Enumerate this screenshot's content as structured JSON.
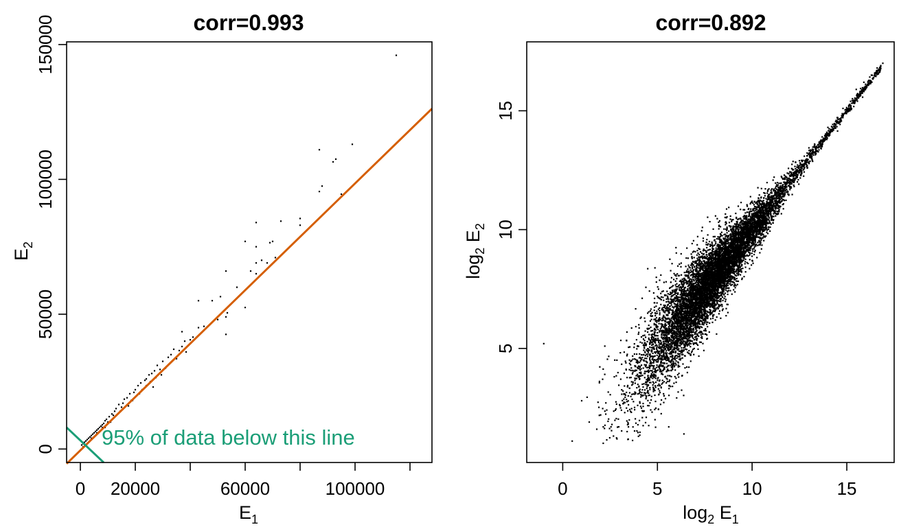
{
  "colors": {
    "points": "#000000",
    "regression_line": "#D55E00",
    "annotation": "#1B9E77"
  },
  "chart_data": [
    {
      "type": "scatter",
      "title": "corr=0.993",
      "xlabel": "E",
      "xlabel_sub": "1",
      "ylabel": "E",
      "ylabel_sub": "2",
      "xlim": [
        -5000,
        128000
      ],
      "ylim": [
        -5000,
        151000
      ],
      "xticks": [
        0,
        20000,
        40000,
        60000,
        80000,
        100000,
        120000
      ],
      "xtick_labels": [
        "0",
        "20000",
        "",
        "60000",
        "",
        "100000",
        ""
      ],
      "yticks": [
        0,
        50000,
        100000,
        150000
      ],
      "ytick_labels": [
        "0",
        "50000",
        "100000",
        "150000"
      ],
      "grid": false,
      "regression_line": {
        "slope": 0.99,
        "intercept": -500,
        "color": "#D55E00"
      },
      "threshold_line": {
        "x0": -5000,
        "y0": 8000,
        "x1": 8500,
        "y1": -5000,
        "color": "#1B9E77"
      },
      "annotation": "95% of data below this line",
      "points": [
        [
          115000,
          146000
        ],
        [
          99000,
          113000
        ],
        [
          93000,
          107500
        ],
        [
          92000,
          106500
        ],
        [
          87000,
          111000
        ],
        [
          88000,
          97500
        ],
        [
          87000,
          95500
        ],
        [
          95000,
          94500
        ],
        [
          80000,
          85500
        ],
        [
          73000,
          84500
        ],
        [
          64000,
          84000
        ],
        [
          80000,
          83000
        ],
        [
          70000,
          77000
        ],
        [
          69000,
          76500
        ],
        [
          60000,
          77000
        ],
        [
          64000,
          75000
        ],
        [
          71000,
          71000
        ],
        [
          66000,
          70000
        ],
        [
          68000,
          69000
        ],
        [
          64000,
          69000
        ],
        [
          62000,
          66000
        ],
        [
          53000,
          66000
        ],
        [
          64000,
          65000
        ],
        [
          43000,
          55000
        ],
        [
          48000,
          55000
        ],
        [
          51000,
          56500
        ],
        [
          60000,
          52500
        ],
        [
          53500,
          50500
        ],
        [
          53000,
          49000
        ],
        [
          53000,
          42500
        ],
        [
          43000,
          45000
        ],
        [
          37000,
          43500
        ],
        [
          38000,
          40000
        ],
        [
          38500,
          36000
        ],
        [
          34000,
          37000
        ],
        [
          33000,
          35000
        ],
        [
          37000,
          38000
        ],
        [
          36000,
          36500
        ],
        [
          32000,
          34000
        ],
        [
          30000,
          32500
        ],
        [
          28000,
          31000
        ],
        [
          29000,
          29500
        ],
        [
          27000,
          29000
        ],
        [
          26000,
          28000
        ],
        [
          25000,
          27500
        ],
        [
          24000,
          26000
        ],
        [
          23500,
          25500
        ],
        [
          22000,
          24500
        ],
        [
          21000,
          23500
        ],
        [
          20000,
          22000
        ],
        [
          19500,
          21000
        ],
        [
          18000,
          20500
        ],
        [
          17000,
          19000
        ],
        [
          16000,
          18500
        ],
        [
          15500,
          17000
        ],
        [
          14000,
          16500
        ],
        [
          13000,
          15000
        ],
        [
          12500,
          14000
        ],
        [
          11500,
          13000
        ],
        [
          10500,
          12000
        ],
        [
          9500,
          11000
        ],
        [
          9000,
          10500
        ],
        [
          8500,
          9500
        ],
        [
          8000,
          9000
        ],
        [
          7500,
          8500
        ],
        [
          7000,
          8000
        ],
        [
          6500,
          7500
        ],
        [
          6000,
          7000
        ],
        [
          5500,
          6500
        ],
        [
          5000,
          6000
        ],
        [
          4500,
          5500
        ],
        [
          4000,
          5000
        ],
        [
          3500,
          4500
        ],
        [
          3000,
          4000
        ],
        [
          2500,
          3500
        ],
        [
          2000,
          3000
        ],
        [
          1500,
          2500
        ],
        [
          1000,
          2000
        ],
        [
          500,
          1500
        ],
        [
          22500,
          22000
        ],
        [
          18500,
          18000
        ],
        [
          15000,
          15500
        ],
        [
          12000,
          12500
        ],
        [
          10000,
          10000
        ],
        [
          8000,
          8000
        ],
        [
          6000,
          6000
        ],
        [
          4000,
          4000
        ],
        [
          3000,
          2500
        ],
        [
          2000,
          1500
        ],
        [
          1000,
          800
        ],
        [
          26500,
          23000
        ],
        [
          24000,
          23500
        ],
        [
          21500,
          20500
        ],
        [
          19000,
          18000
        ],
        [
          17500,
          16000
        ],
        [
          14500,
          14000
        ],
        [
          11000,
          10000
        ],
        [
          9000,
          8000
        ],
        [
          7000,
          6500
        ],
        [
          5000,
          4500
        ],
        [
          31000,
          30000
        ],
        [
          29500,
          27500
        ],
        [
          27500,
          26500
        ],
        [
          25500,
          25000
        ],
        [
          40000,
          40500
        ],
        [
          45000,
          45500
        ],
        [
          41000,
          41500
        ],
        [
          35000,
          33500
        ],
        [
          50000,
          48000
        ],
        [
          57000,
          60000
        ]
      ]
    },
    {
      "type": "scatter",
      "title": "corr=0.892",
      "xlabel": "log",
      "xlabel_sub": "2",
      "xlabel_rest": " E",
      "xlabel_sub2": "1",
      "ylabel": "log",
      "ylabel_sub": "2",
      "ylabel_rest": " E",
      "ylabel_sub2": "2",
      "xlim": [
        -1.9,
        17.5
      ],
      "ylim": [
        0.2,
        17.9
      ],
      "xticks": [
        0,
        5,
        10,
        15
      ],
      "xtick_labels": [
        "0",
        "5",
        "10",
        "15"
      ],
      "yticks": [
        5,
        10,
        15
      ],
      "ytick_labels": [
        "5",
        "10",
        "15"
      ],
      "grid": false,
      "density_model": {
        "n_points": 9000,
        "x_mean": 7.8,
        "x_sd": 1.9,
        "x_min": -1.0,
        "x_max": 17.0,
        "y_slope": 1.0,
        "y_intercept": 0.0
      },
      "points": [
        [
          -1.0,
          5.2
        ],
        [
          0.5,
          1.1
        ],
        [
          16.9,
          17.0
        ],
        [
          16.6,
          16.8
        ],
        [
          16.3,
          16.5
        ],
        [
          15.9,
          16.2
        ],
        [
          15.5,
          15.9
        ],
        [
          15.2,
          15.4
        ],
        [
          14.8,
          15.1
        ],
        [
          14.5,
          14.7
        ],
        [
          14.0,
          14.3
        ],
        [
          13.7,
          13.9
        ],
        [
          13.3,
          13.6
        ],
        [
          12.9,
          13.1
        ],
        [
          12.5,
          12.9
        ],
        [
          1.4,
          1.9
        ],
        [
          1.8,
          1.6
        ],
        [
          2.6,
          1.8
        ],
        [
          3.4,
          1.5
        ],
        [
          4.0,
          1.3
        ],
        [
          6.4,
          1.4
        ],
        [
          5.6,
          1.7
        ],
        [
          1.0,
          2.8
        ],
        [
          2.0,
          2.2
        ],
        [
          3.1,
          2.4
        ]
      ]
    }
  ]
}
